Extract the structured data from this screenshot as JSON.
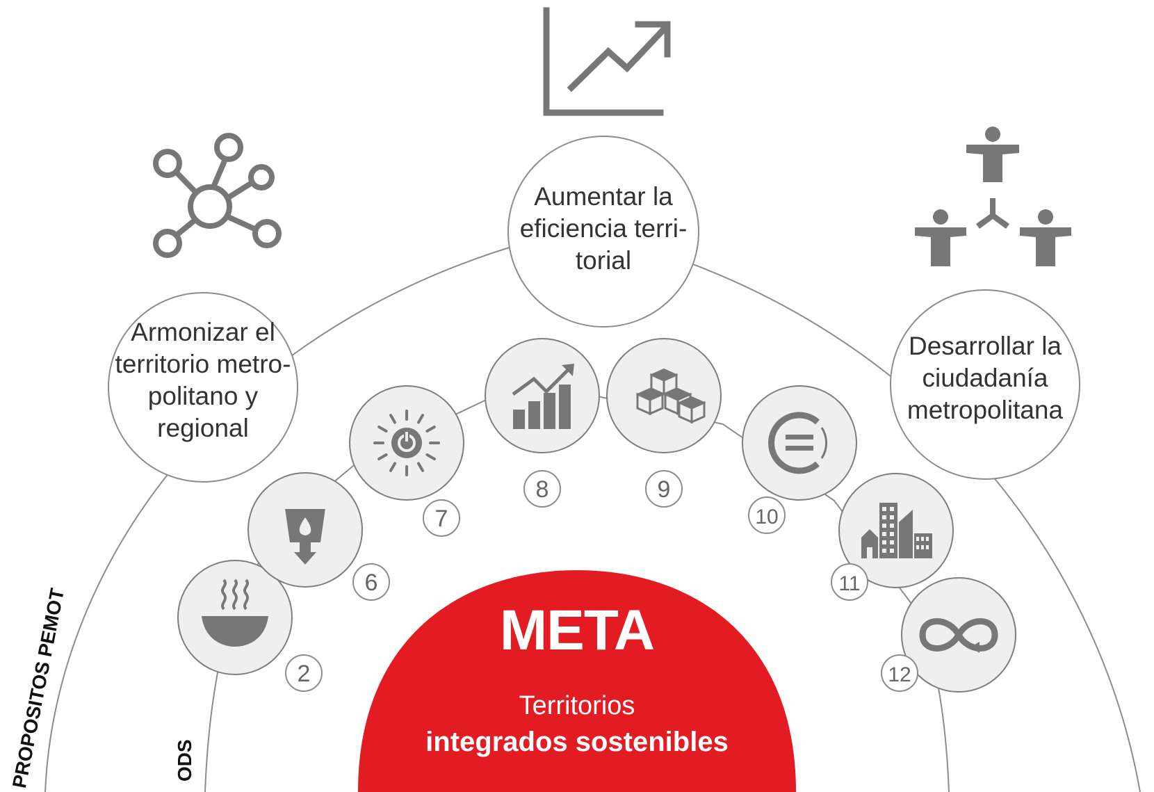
{
  "colors": {
    "accent_red": "#e31b23",
    "icon_gray": "#777777",
    "circle_fill": "#efefef",
    "line_gray": "#8c8c8c"
  },
  "axis_labels": {
    "outer": "PROPOSITOS PEMOT",
    "inner": "ODS"
  },
  "purposes": [
    {
      "lines": [
        "Armonizar el",
        "territorio metro-",
        "politano y",
        "regional"
      ],
      "icon": "network-icon"
    },
    {
      "lines": [
        "Aumentar la",
        "eficiencia terri-",
        "torial"
      ],
      "icon": "trend-chart-icon"
    },
    {
      "lines": [
        "Desarrollar la",
        "ciudadanía",
        "metropolitana"
      ],
      "icon": "people-icon"
    }
  ],
  "ods": [
    {
      "number": "2",
      "icon": "bowl-icon"
    },
    {
      "number": "6",
      "icon": "water-icon"
    },
    {
      "number": "7",
      "icon": "energy-icon"
    },
    {
      "number": "8",
      "icon": "growth-chart-icon"
    },
    {
      "number": "9",
      "icon": "cubes-icon"
    },
    {
      "number": "10",
      "icon": "equality-icon"
    },
    {
      "number": "11",
      "icon": "city-icon"
    },
    {
      "number": "12",
      "icon": "infinity-icon"
    }
  ],
  "meta": {
    "title": "META",
    "subtitle": "Territorios",
    "subtitle_bold": "integrados sostenibles"
  }
}
